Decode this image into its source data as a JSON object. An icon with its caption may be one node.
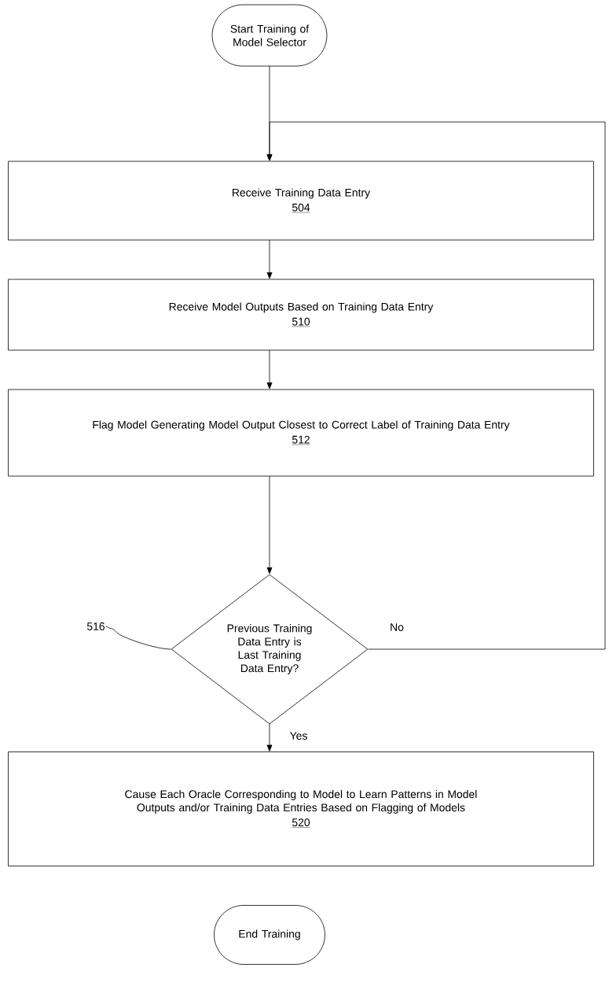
{
  "diagram": {
    "nodes": [
      {
        "text": [
          "Start Training of Model Selector"
        ]
      },
      {
        "text": [
          "Receive Training Data Entry",
          "504"
        ]
      },
      {
        "text": [
          "Receive Model Outputs Based on Training Data Entry",
          "510"
        ]
      },
      {
        "text": [
          "Flag Model Generating Model Output Closest to Correct Label of Training Data Entry",
          "512"
        ]
      },
      {
        "text": [
          "Previous Training Data Entry is Last Training Data Entry?"
        ]
      },
      {
        "text": [
          "Cause Each Oracle Corresponding to Model to Learn Patterns in Model Outputs and/or Training Data Entries Based on Flagging of Models",
          "520"
        ]
      },
      {
        "text": [
          "End Training"
        ]
      },
      {
        "text": [
          "516"
        ]
      }
    ],
    "edges": [
      {
        "from": 0,
        "to": 1,
        "arrow": "to"
      },
      {
        "from": 1,
        "to": 2,
        "arrow": "to"
      },
      {
        "from": 2,
        "to": 3,
        "arrow": "to"
      },
      {
        "from": 3,
        "to": 4,
        "arrow": "to"
      },
      {
        "from": 4,
        "to": 5,
        "arrow": "to",
        "label": "Yes"
      },
      {
        "from": 4,
        "to": 1,
        "arrow": "to",
        "label": "No"
      },
      {
        "from": 7,
        "to": 4,
        "arrow": "none"
      }
    ]
  }
}
